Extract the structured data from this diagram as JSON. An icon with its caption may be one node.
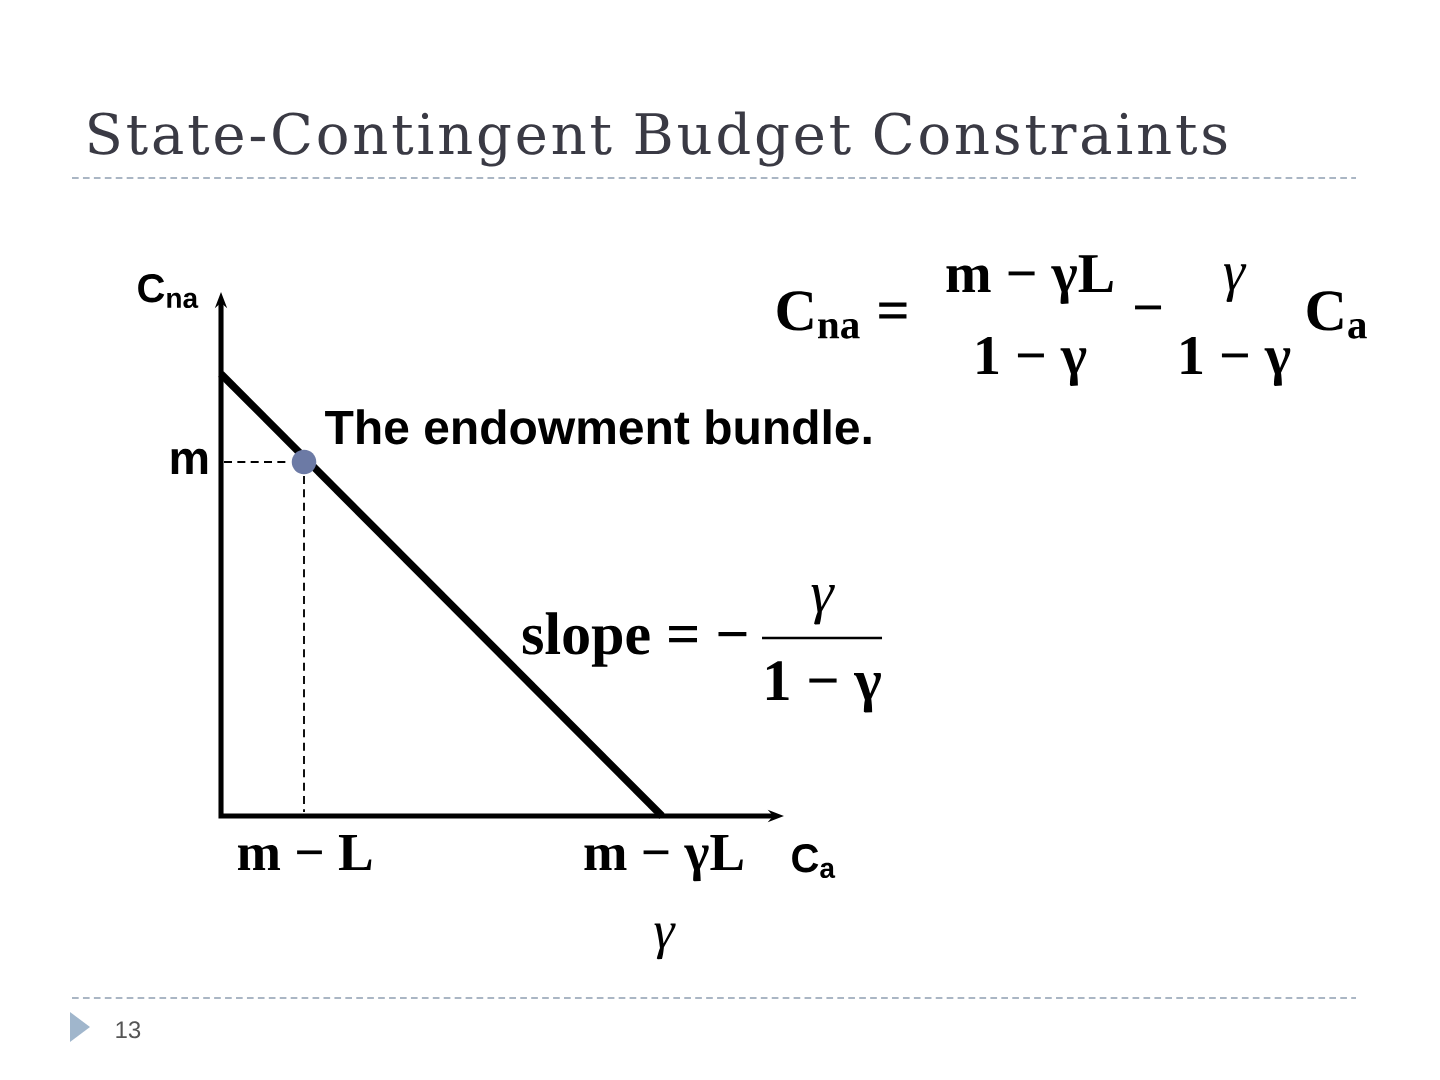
{
  "diagram": {
    "title": "State-Contingent Budget Constraints",
    "labels": [
      "C$_{na}$",
      "C$_{na}$ =",
      "m − γL",
      "1 − γ",
      "−",
      "γ",
      "1 − γ",
      "C$_{a}$",
      "m",
      "The endowment bundle.",
      "slope = −",
      "γ",
      "1 − γ",
      "m − L",
      "m − γL",
      "C$_{a}$",
      "γ",
      "13"
    ]
  }
}
